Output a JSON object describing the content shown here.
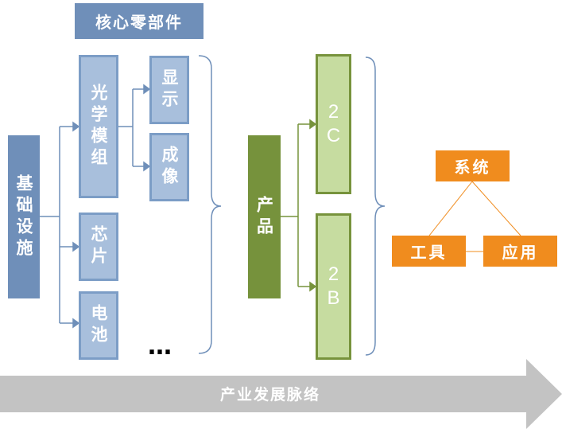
{
  "header": {
    "core_components": "核心零部件"
  },
  "nodes": {
    "infrastructure": "基础设施",
    "optical_module": "光学模组",
    "display": "显示",
    "imaging": "成像",
    "chip": "芯片",
    "battery": "电池",
    "more": "…",
    "product": "产品",
    "to_c_line1": "2",
    "to_c_line2": "C",
    "to_b_line1": "2",
    "to_b_line2": "B",
    "system": "系统",
    "tools": "工具",
    "applications": "应用"
  },
  "footer": {
    "development_path": "产业发展脉络"
  },
  "colors": {
    "infra_blue": "#6f8fb9",
    "light_blue": "#a8bfdc",
    "product_green": "#76923c",
    "light_green": "#c6dca0",
    "orange": "#f08c1e",
    "arrow_gray": "#c3c3c3"
  }
}
